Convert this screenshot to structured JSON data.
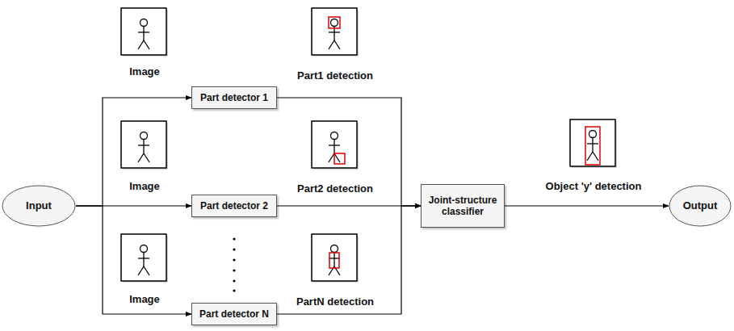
{
  "diagram": {
    "nodes": [
      {
        "text": [
          "Input"
        ]
      },
      {
        "text": [
          "Part detector 1"
        ]
      },
      {
        "text": [
          "Part detector 2"
        ]
      },
      {
        "text": [
          "Part detector N"
        ]
      },
      {
        "text": [
          "Joint-structure classifier"
        ]
      },
      {
        "text": [
          "Output"
        ]
      }
    ],
    "edges": [
      {
        "from": 0,
        "to": 1,
        "arrow": "to"
      },
      {
        "from": 0,
        "to": 2,
        "arrow": "to"
      },
      {
        "from": 0,
        "to": 3,
        "arrow": "to"
      },
      {
        "from": 1,
        "to": 4,
        "arrow": "to"
      },
      {
        "from": 2,
        "to": 4,
        "arrow": "to"
      },
      {
        "from": 3,
        "to": 4,
        "arrow": "to"
      },
      {
        "from": 4,
        "to": 5,
        "arrow": "to"
      }
    ],
    "labels": [
      "Image",
      "Part1 detection",
      "Image",
      "Part2 detection",
      "Object 'y' detection",
      "Image",
      "PartN detection"
    ]
  }
}
